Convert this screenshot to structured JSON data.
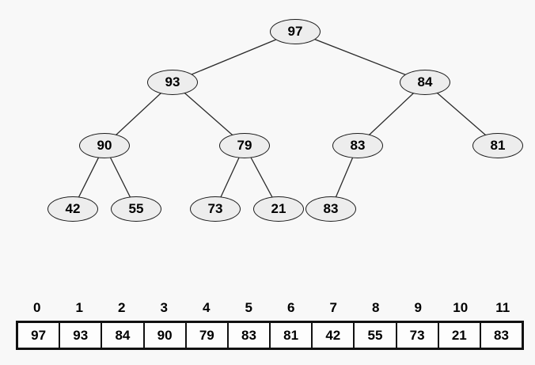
{
  "colors": {
    "background": "#f8f8f8",
    "node_fill": "#ededed",
    "node_border": "#1c1c1c",
    "edge": "#2b2b2b",
    "array_cell_fill": "#fdfdfd",
    "array_border": "#111111",
    "text": "#000000"
  },
  "tree": {
    "nodes": [
      {
        "id": "n0",
        "value": "97"
      },
      {
        "id": "n1",
        "value": "93"
      },
      {
        "id": "n2",
        "value": "84"
      },
      {
        "id": "n3",
        "value": "90"
      },
      {
        "id": "n4",
        "value": "79"
      },
      {
        "id": "n5",
        "value": "83"
      },
      {
        "id": "n6",
        "value": "81"
      },
      {
        "id": "n7",
        "value": "42"
      },
      {
        "id": "n8",
        "value": "55"
      },
      {
        "id": "n9",
        "value": "73"
      },
      {
        "id": "n10",
        "value": "21"
      },
      {
        "id": "n11",
        "value": "83"
      }
    ],
    "edges": [
      [
        "n0",
        "n1"
      ],
      [
        "n0",
        "n2"
      ],
      [
        "n1",
        "n3"
      ],
      [
        "n1",
        "n4"
      ],
      [
        "n2",
        "n5"
      ],
      [
        "n2",
        "n6"
      ],
      [
        "n3",
        "n7"
      ],
      [
        "n3",
        "n8"
      ],
      [
        "n4",
        "n9"
      ],
      [
        "n4",
        "n10"
      ],
      [
        "n5",
        "n11"
      ]
    ]
  },
  "array": {
    "indices": [
      "0",
      "1",
      "2",
      "3",
      "4",
      "5",
      "6",
      "7",
      "8",
      "9",
      "10",
      "11"
    ],
    "values": [
      "97",
      "93",
      "84",
      "90",
      "79",
      "83",
      "81",
      "42",
      "55",
      "73",
      "21",
      "83"
    ]
  }
}
